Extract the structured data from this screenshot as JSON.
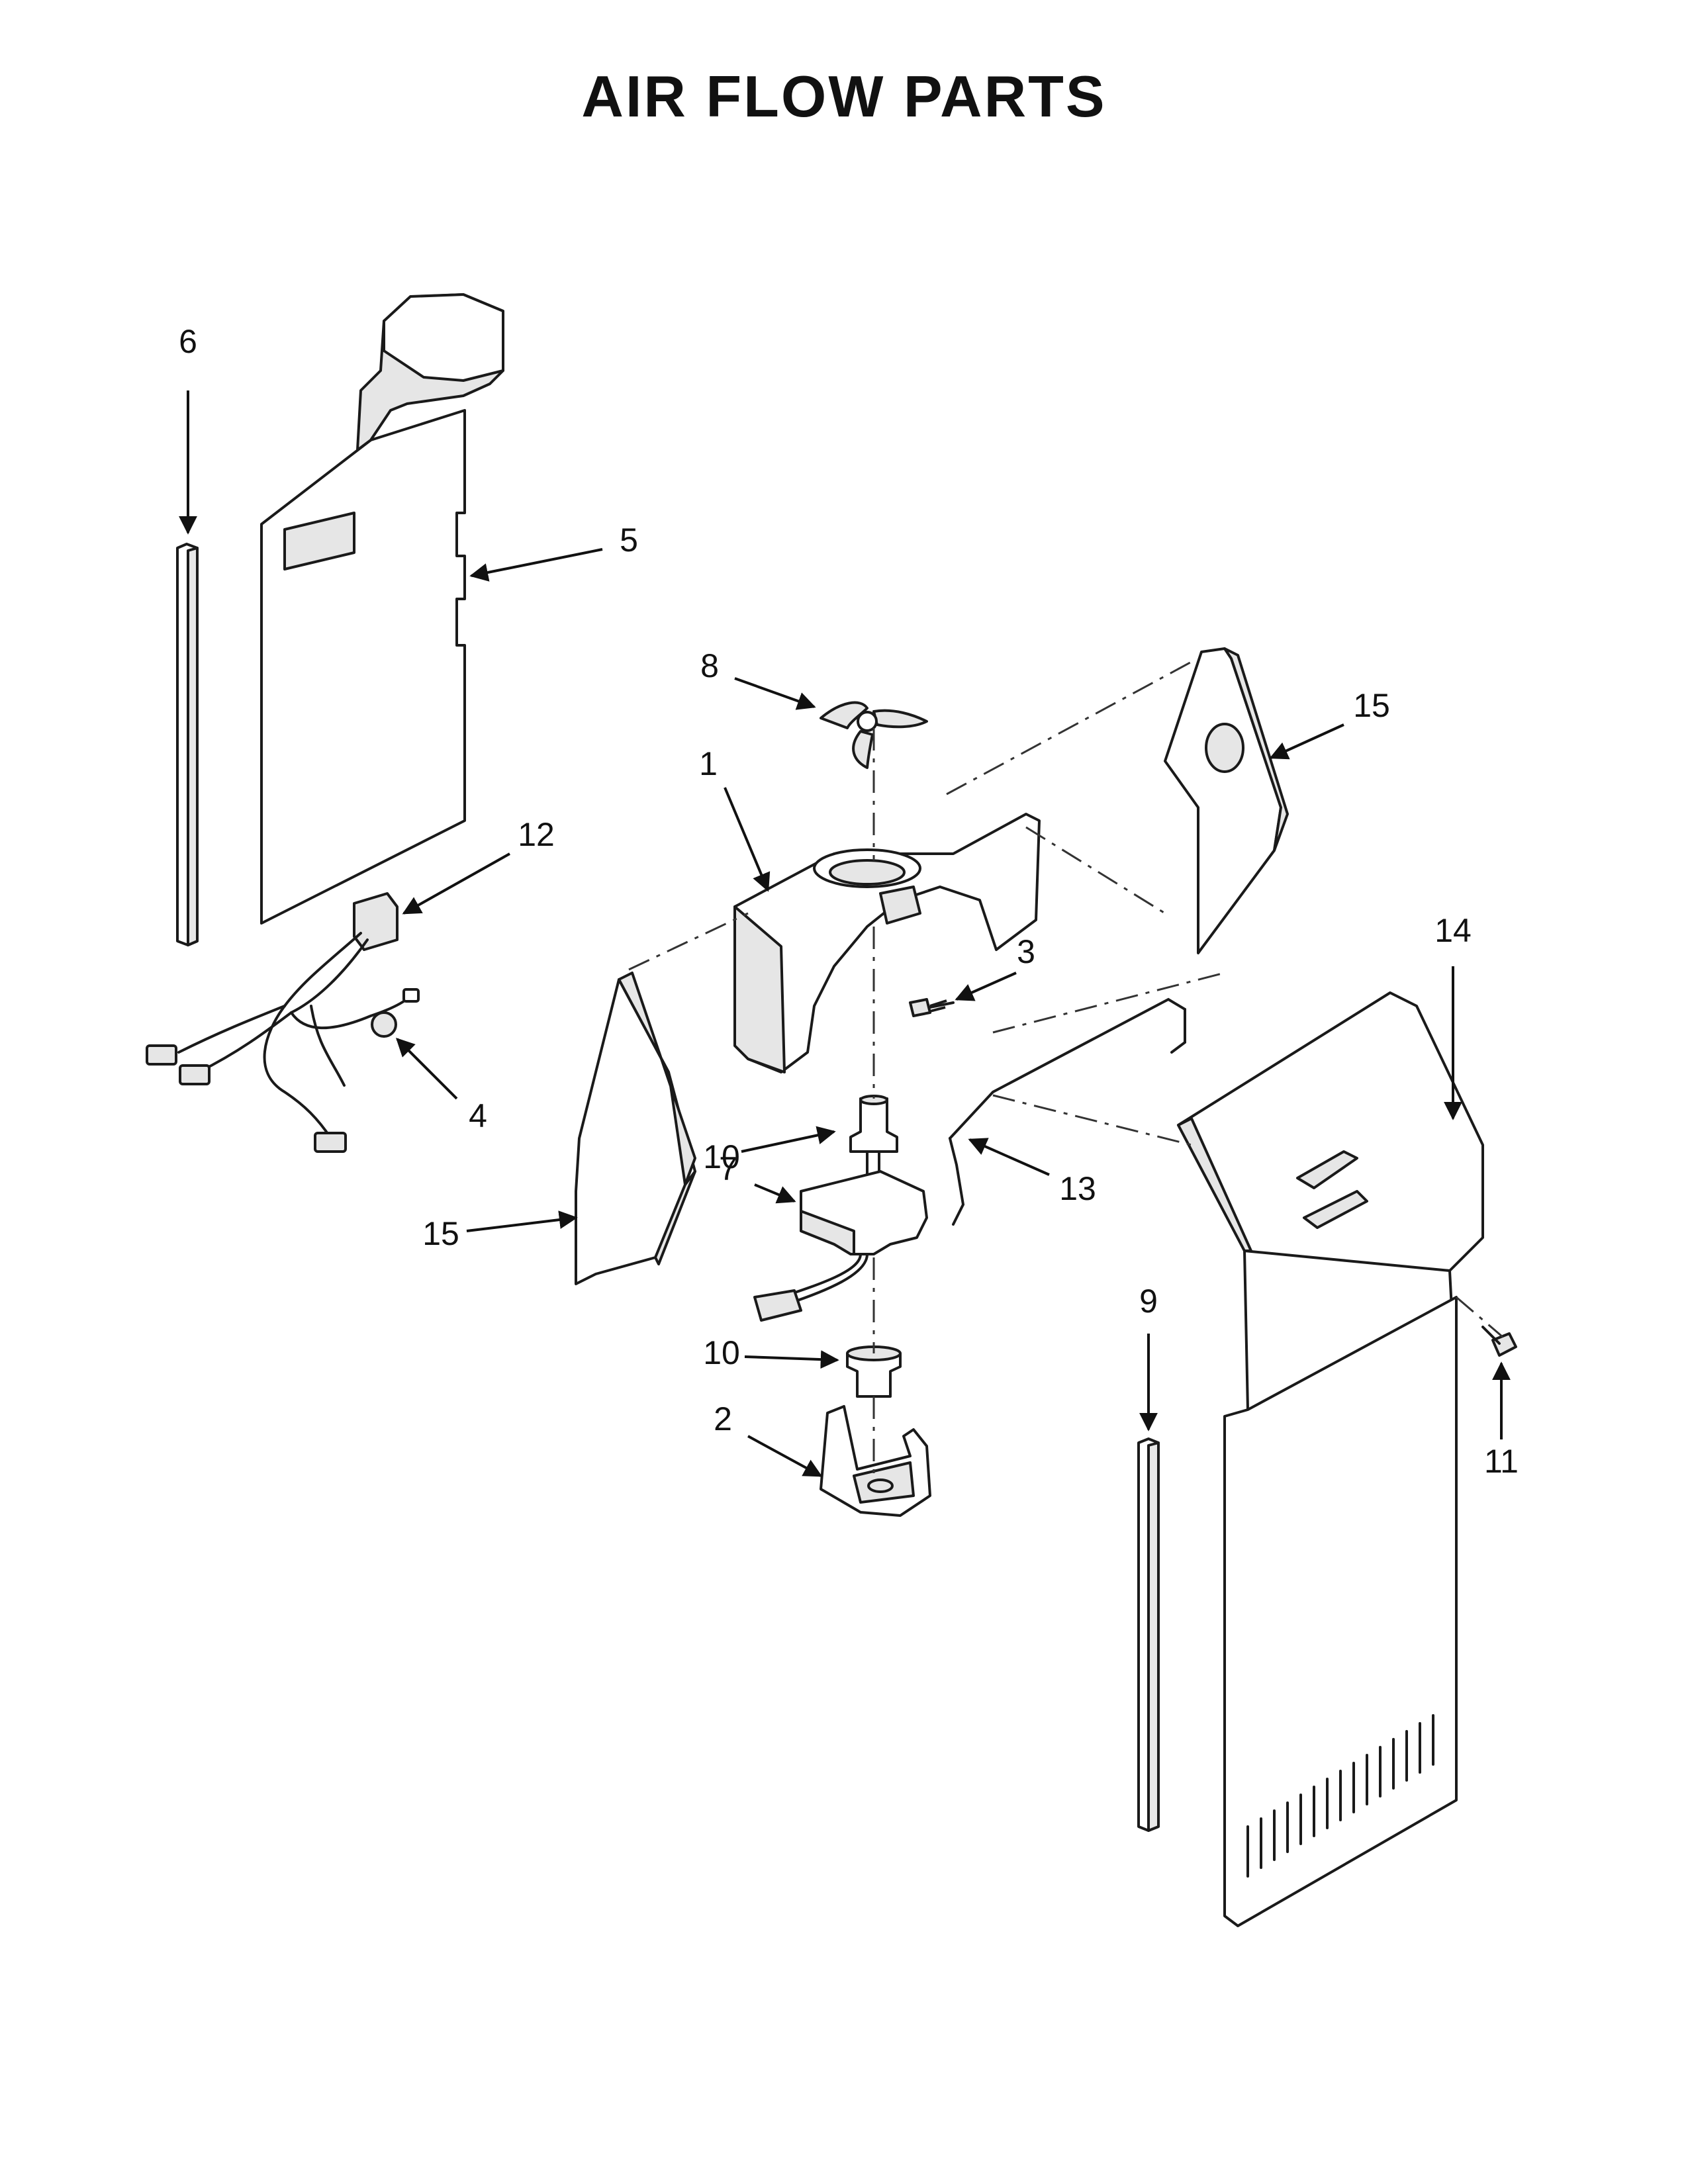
{
  "title": "AIR FLOW PARTS",
  "callouts": {
    "c1": "1",
    "c2": "2",
    "c3": "3",
    "c4": "4",
    "c5": "5",
    "c6": "6",
    "c7": "7",
    "c8": "8",
    "c9": "9",
    "c10a": "10",
    "c10b": "10",
    "c11": "11",
    "c12": "12",
    "c13": "13",
    "c14": "14",
    "c15a": "15",
    "c15b": "15"
  }
}
